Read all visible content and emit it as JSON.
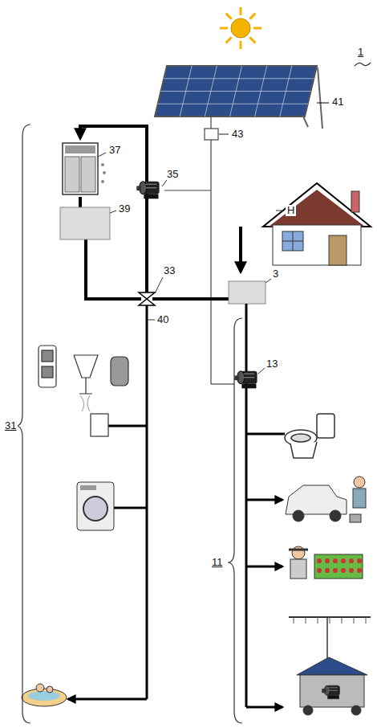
{
  "diagram": {
    "labels": [
      "1",
      "41",
      "43",
      "37",
      "35",
      "H",
      "39",
      "33",
      "3",
      "40",
      "31",
      "13",
      "11"
    ]
  }
}
